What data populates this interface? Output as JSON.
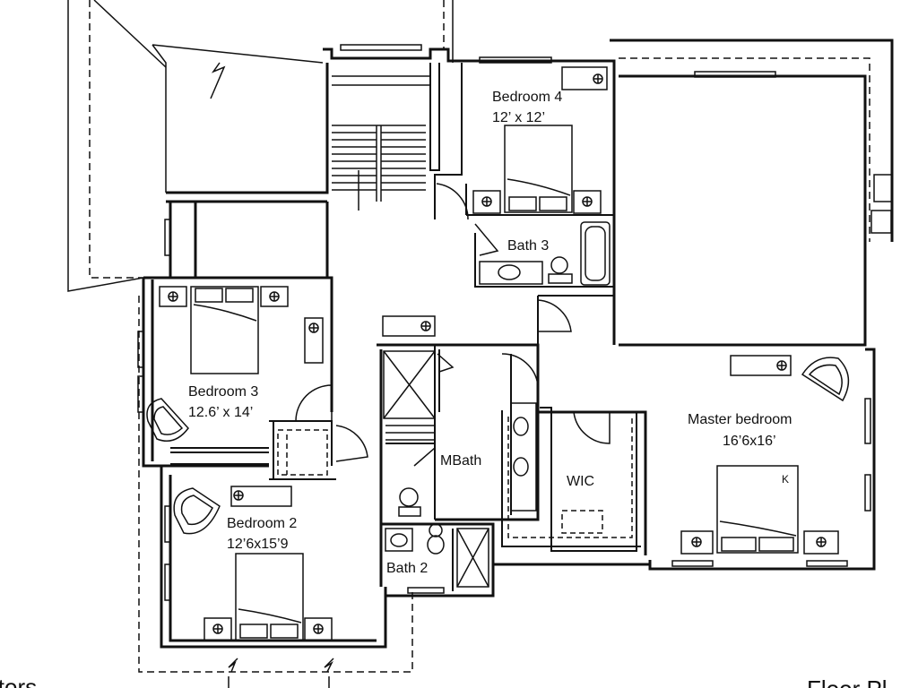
{
  "rooms": {
    "bedroom4": {
      "name": "Bedroom 4",
      "size": "12’ x 12’"
    },
    "bath3": {
      "name": "Bath 3"
    },
    "bedroom3": {
      "name": "Bedroom 3",
      "size": "12.6’ x 14’"
    },
    "mbath": {
      "name": "MBath"
    },
    "wic": {
      "name": "WIC"
    },
    "master": {
      "name": "Master bedroom",
      "size": "16’6x16’"
    },
    "bedroom2": {
      "name": "Bedroom 2",
      "size": "12’6x15’9"
    },
    "bath2": {
      "name": "Bath 2"
    }
  },
  "marks": {
    "kitchen_k": "K"
  },
  "edge_text": {
    "left": "ltors",
    "right": "Floor Pl"
  },
  "colors": {
    "line": "#111111",
    "background": "#ffffff"
  }
}
